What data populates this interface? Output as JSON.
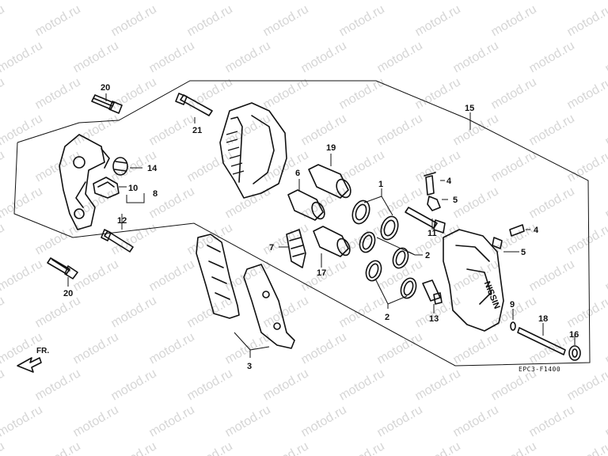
{
  "watermark": "motod.ru",
  "diagram_code": "EPC3-F1400",
  "front_marker": "FR.",
  "caliper_brand": "NISSIN",
  "callouts": {
    "c1": "1",
    "c2a": "2",
    "c2b": "2",
    "c3": "3",
    "c4a": "4",
    "c4b": "4",
    "c5a": "5",
    "c5b": "5",
    "c6": "6",
    "c7": "7",
    "c8": "8",
    "c9": "9",
    "c10": "10",
    "c11": "11",
    "c12": "12",
    "c13": "13",
    "c14": "14",
    "c15": "15",
    "c16": "16",
    "c17": "17",
    "c18": "18",
    "c19": "19",
    "c20a": "20",
    "c20b": "20",
    "c21": "21"
  }
}
